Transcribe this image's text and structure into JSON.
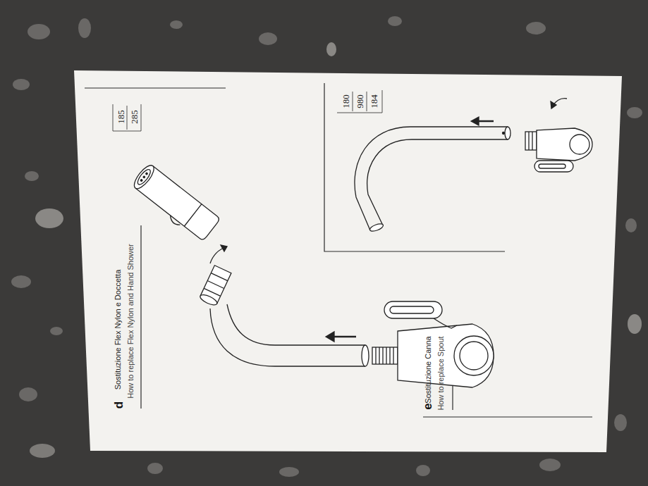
{
  "diagram": {
    "labels": [
      "185",
      "285",
      "d",
      "Sostituzione Flex Nylon e Doccetta",
      "How to replace Flex Nylon and Hand Shower",
      "180",
      "980",
      "184",
      "e",
      "Sostituzione Canna",
      "How to replace Spout"
    ]
  }
}
